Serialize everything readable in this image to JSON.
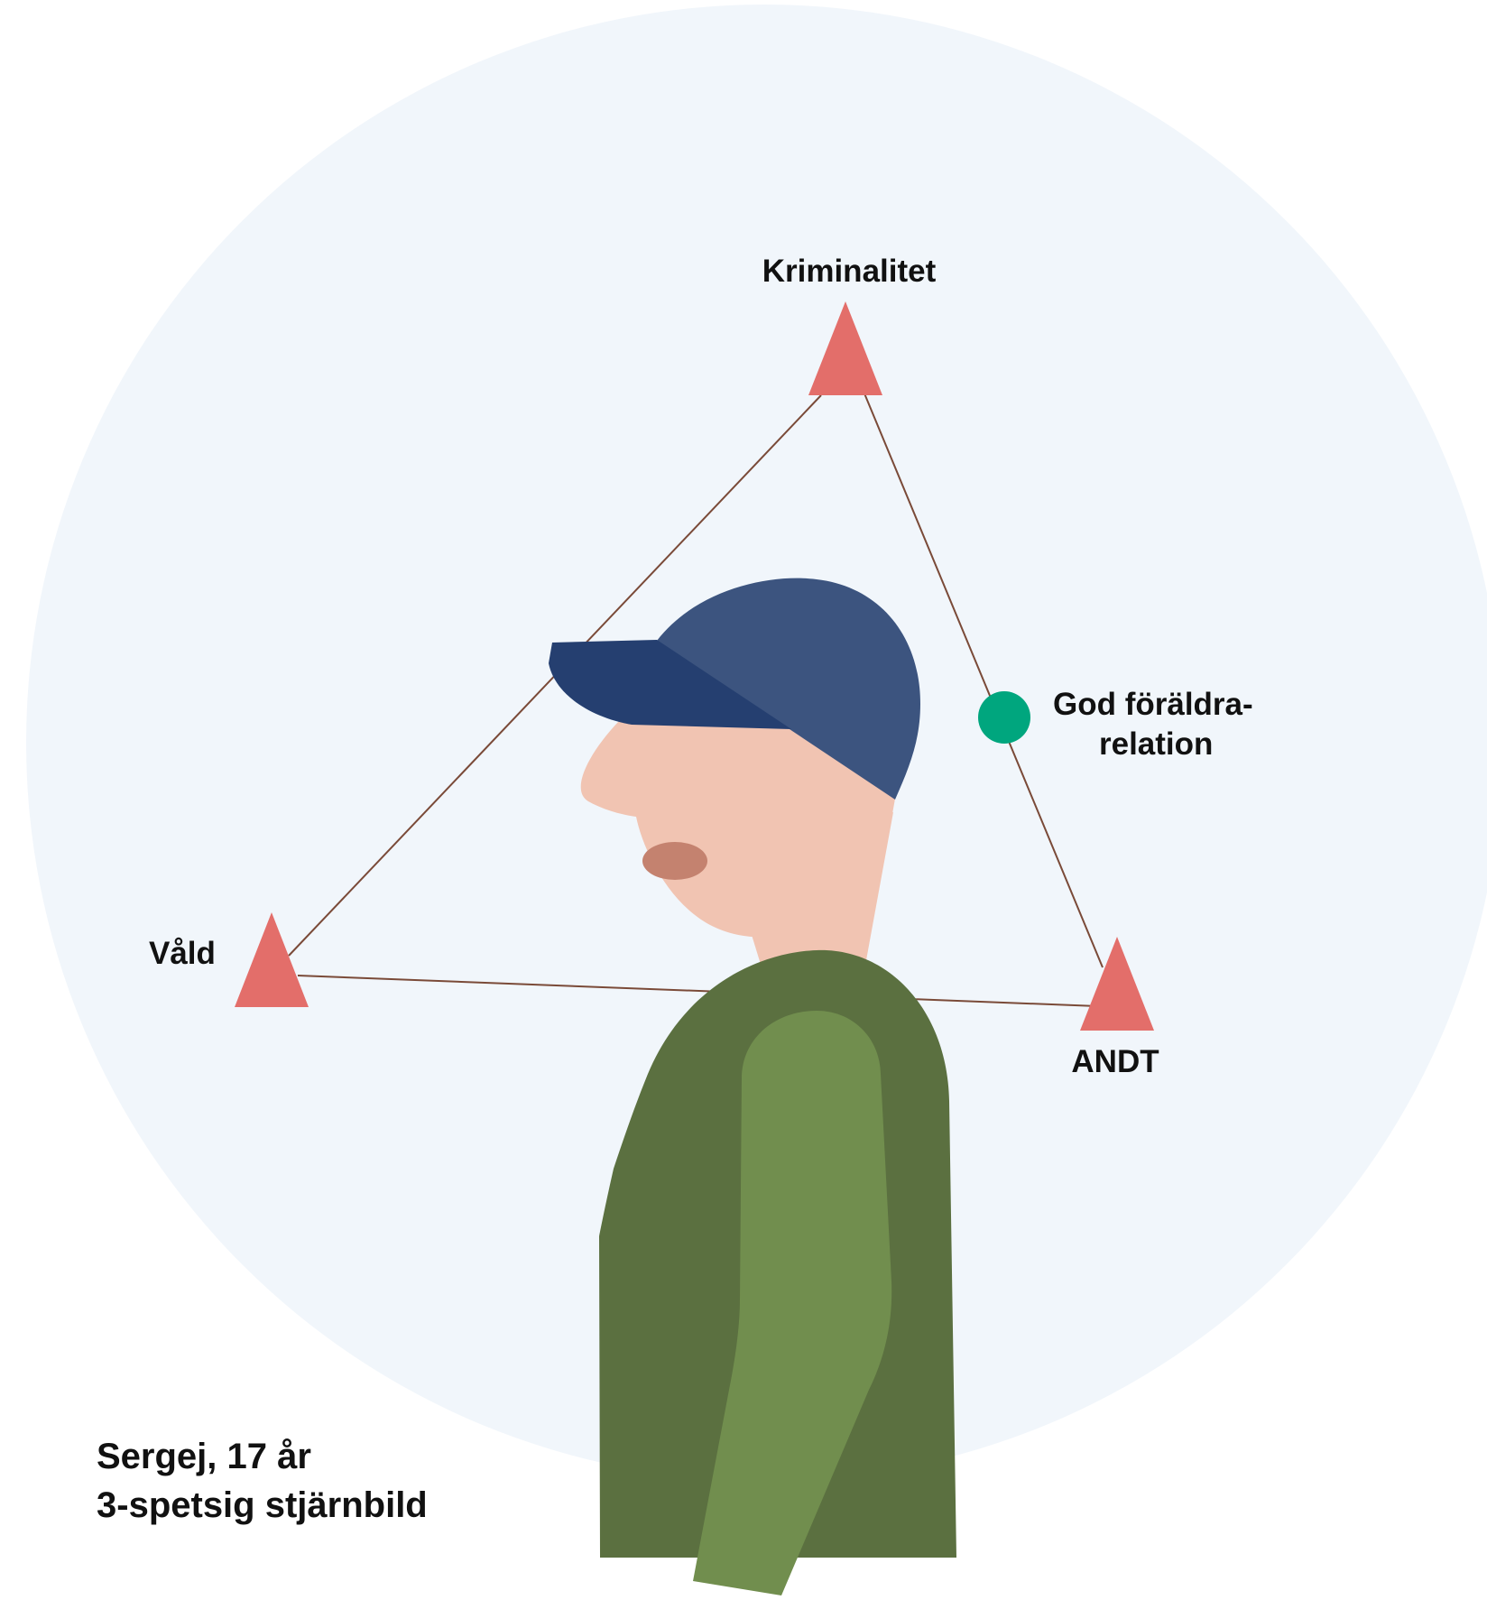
{
  "diagram": {
    "nodes": {
      "top": {
        "label": "Kriminalitet",
        "type": "risk"
      },
      "left": {
        "label": "Våld",
        "type": "risk"
      },
      "right": {
        "label": "ANDT",
        "type": "risk"
      }
    },
    "protective": {
      "line1": "God föräldra-",
      "line2": "relation",
      "type": "protective"
    },
    "caption": {
      "line1": "Sergej, 17 år",
      "line2": "3-spetsig stjärnbild"
    }
  },
  "colors": {
    "background_circle": "#f1f6fb",
    "risk_marker": "#e36e6a",
    "protective_marker": "#00a67e",
    "connector_line": "#7a4a38",
    "cap_crown": "#3c547f",
    "cap_brim": "#253f70",
    "skin": "#f1c4b2",
    "mouth": "#c4826f",
    "sweater": "#5b7040",
    "sleeve": "#718e4e"
  },
  "icons": {
    "risk_marker": "triangle-icon",
    "protective_marker": "circle-dot-icon",
    "figure": "person-with-cap-illustration"
  }
}
